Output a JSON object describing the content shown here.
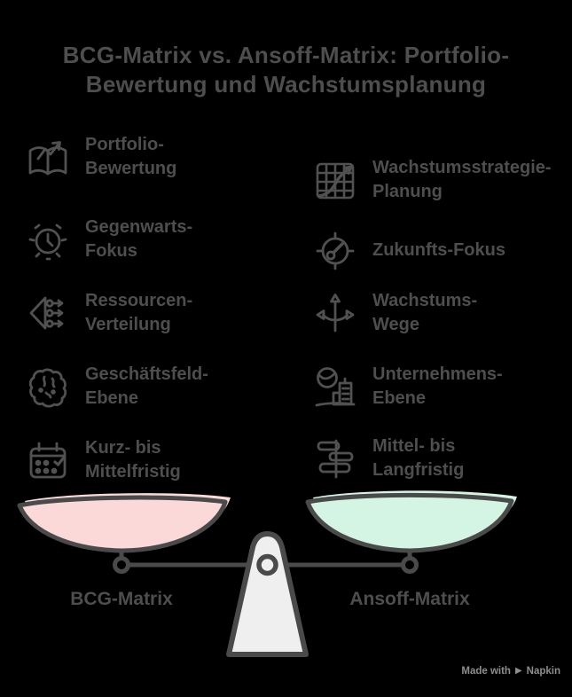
{
  "title": {
    "line1": "BCG-Matrix vs. Ansoff-Matrix: Portfolio-",
    "line2": "Bewertung und Wachstumsplanung"
  },
  "columns": {
    "left": {
      "items": [
        {
          "icon": "open-book-trend-icon",
          "lines": [
            "Portfolio-",
            "Bewertung"
          ]
        },
        {
          "icon": "alarm-clock-icon",
          "lines": [
            "Gegenwarts-",
            "Fokus"
          ]
        },
        {
          "icon": "resource-split-arrows-icon",
          "lines": [
            "Ressourcen-",
            "Verteilung"
          ]
        },
        {
          "icon": "brain-icon",
          "lines": [
            "Geschäftsfeld-",
            "Ebene"
          ]
        },
        {
          "icon": "calendar-check-icon",
          "lines": [
            "Kurz- bis",
            "Mittelfristig"
          ]
        }
      ]
    },
    "right": {
      "items": [
        {
          "icon": "growth-chart-grid-icon",
          "lines": [
            "Wachstumsstrategie-",
            "Planung"
          ]
        },
        {
          "icon": "compass-target-icon",
          "lines": [
            "Zukunfts-Fokus"
          ]
        },
        {
          "icon": "branching-paths-icon",
          "lines": [
            "Wachstums-",
            "Wege"
          ]
        },
        {
          "icon": "globe-building-icon",
          "lines": [
            "Unternehmens-",
            "Ebene"
          ]
        },
        {
          "icon": "signpost-icon",
          "lines": [
            "Mittel- bis",
            "Langfristig"
          ]
        }
      ]
    }
  },
  "scale": {
    "left_label": "BCG-Matrix",
    "right_label": "Ansoff-Matrix"
  },
  "watermark": {
    "text": "Made with",
    "brand": "Napkin"
  },
  "colors": {
    "background": "#000000",
    "ink": "#4e4e4e",
    "icon_stroke": "#515151",
    "pan_left_fill": "#fbd9d9",
    "pan_right_fill": "#d4f4e4",
    "fulcrum_fill": "#efefef",
    "watermark": "#8d8d8d"
  }
}
